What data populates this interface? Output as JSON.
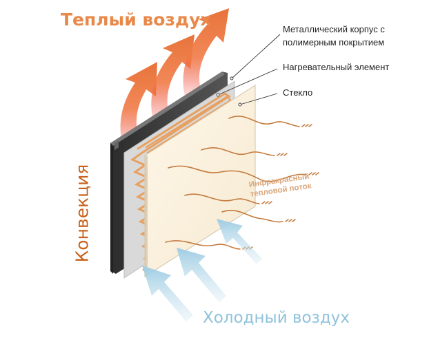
{
  "labels": {
    "warm_air": "Теплый воздух",
    "cold_air": "Холодный воздух",
    "convection": "Конвекция",
    "ir_flow_line1": "Инфракрасный",
    "ir_flow_line2": "тепловой поток"
  },
  "callouts": [
    {
      "line1": "Металлический корпус с",
      "line2": "полимерным покрытием"
    },
    {
      "line1": "Нагревательный элемент"
    },
    {
      "line1": "Стекло"
    }
  ],
  "colors": {
    "warm_arrow_top": "#e8733a",
    "warm_arrow_bottom": "#ee4c3a",
    "cold_arrow": "#a9d3e6",
    "heating_element": "#e8a060",
    "ir_wave": "#c47a3c",
    "glass": "#fbf0dc",
    "metal_body": "#3a3a3a"
  }
}
